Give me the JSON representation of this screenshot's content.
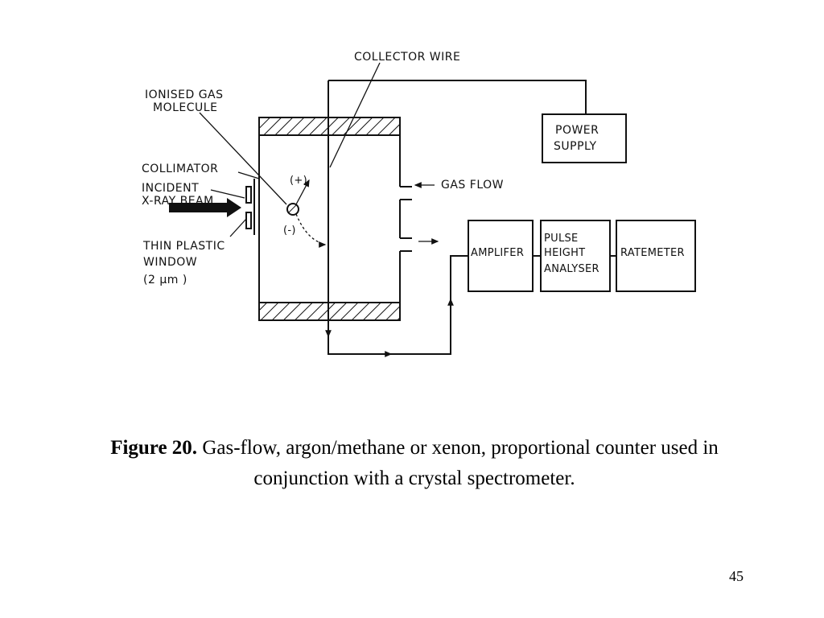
{
  "diagram": {
    "labels": {
      "collector_wire": "COLLECTOR WIRE",
      "ionised_1": "IONISED  GAS",
      "ionised_2": "MOLECULE",
      "collimator": "COLLIMATOR",
      "incident_1": "INCIDENT",
      "incident_2": "X-RAY BEAM",
      "thin_1": "THIN PLASTIC",
      "thin_2": "WINDOW",
      "thin_3": "(2 μm )",
      "plus": "(+)",
      "minus": "(-)",
      "gas_flow": "GAS FLOW",
      "power_1": "POWER",
      "power_2": "SUPPLY",
      "amplifier": "AMPLIFER",
      "pha_1": "PULSE",
      "pha_2": "HEIGHT",
      "pha_3": "ANALYSER",
      "ratemeter": "RATEMETER"
    }
  },
  "caption": {
    "label": "Figure 20.",
    "text": "Gas-flow, argon/methane or xenon, proportional counter used in conjunction with a crystal spectrometer."
  },
  "page_number": "45"
}
